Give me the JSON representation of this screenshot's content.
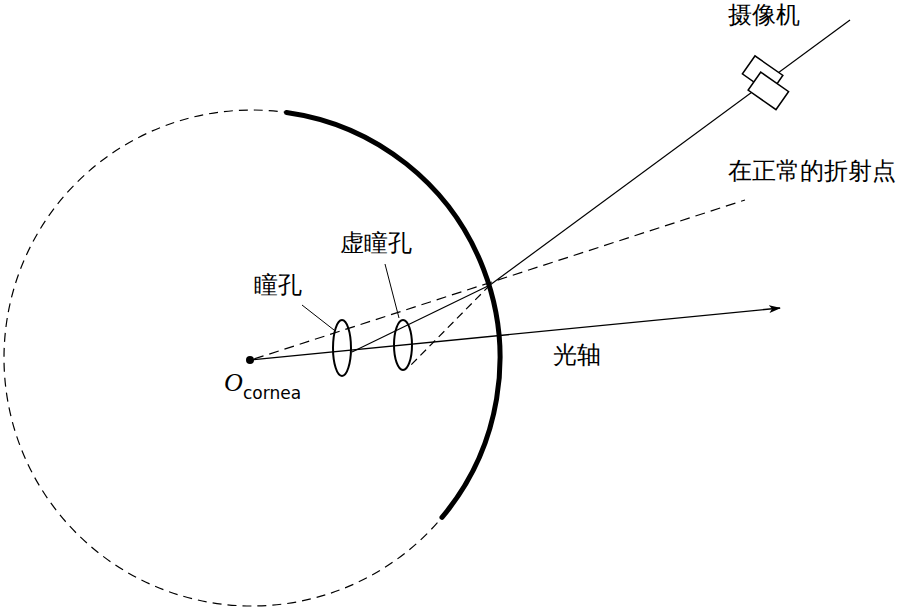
{
  "diagram": {
    "labels": [
      "摄像机",
      "在正常的折射点",
      "虚瞳孔",
      "瞳孔",
      "光轴",
      "O",
      "cornea"
    ]
  }
}
